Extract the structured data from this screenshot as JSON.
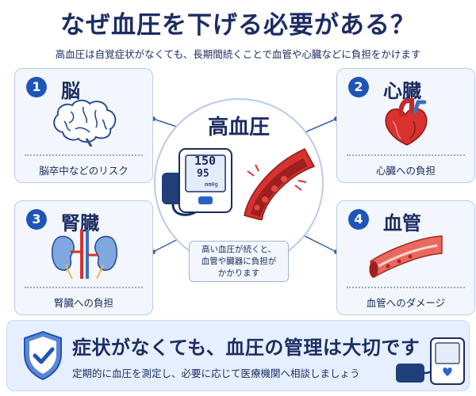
{
  "title": "なぜ血圧を下げる必要がある？",
  "subtitle": "高血圧は自覚症状がなくても、長期間続くことで血管や心臓などに負担をかけます",
  "center": {
    "title": "高血圧",
    "monitor_top": "150",
    "monitor_bottom": "95",
    "monitor_unit": "mmHg",
    "callout_lines": [
      "高い血圧が続くと、",
      "血管や臓器に負担が",
      "かかります"
    ]
  },
  "cards": [
    {
      "number": "1",
      "title": "脳",
      "caption": "脳卒中などのリスク",
      "icon": "brain-icon"
    },
    {
      "number": "2",
      "title": "心臓",
      "caption": "心臓への負担",
      "icon": "heart-icon"
    },
    {
      "number": "3",
      "title": "腎臓",
      "caption": "腎臓への負担",
      "icon": "kidney-icon"
    },
    {
      "number": "4",
      "title": "血管",
      "caption": "血管へのダメージ",
      "icon": "blood-vessel-icon"
    }
  ],
  "banner": {
    "title": "症状がなくても、血圧の管理は大切です",
    "text": "定期的に血圧を測定し、必要に応じて医療機関へ相談しましょう",
    "icons": [
      "shield-check-icon",
      "blood-pressure-monitor-icon"
    ]
  },
  "colors": {
    "navy": "#1c2d63",
    "accent_blue": "#1f55b8",
    "card_bg": "#f3f7fd",
    "card_border": "#b9cbe8",
    "banner_bg": "#e6efff",
    "red": "#d8312f"
  }
}
